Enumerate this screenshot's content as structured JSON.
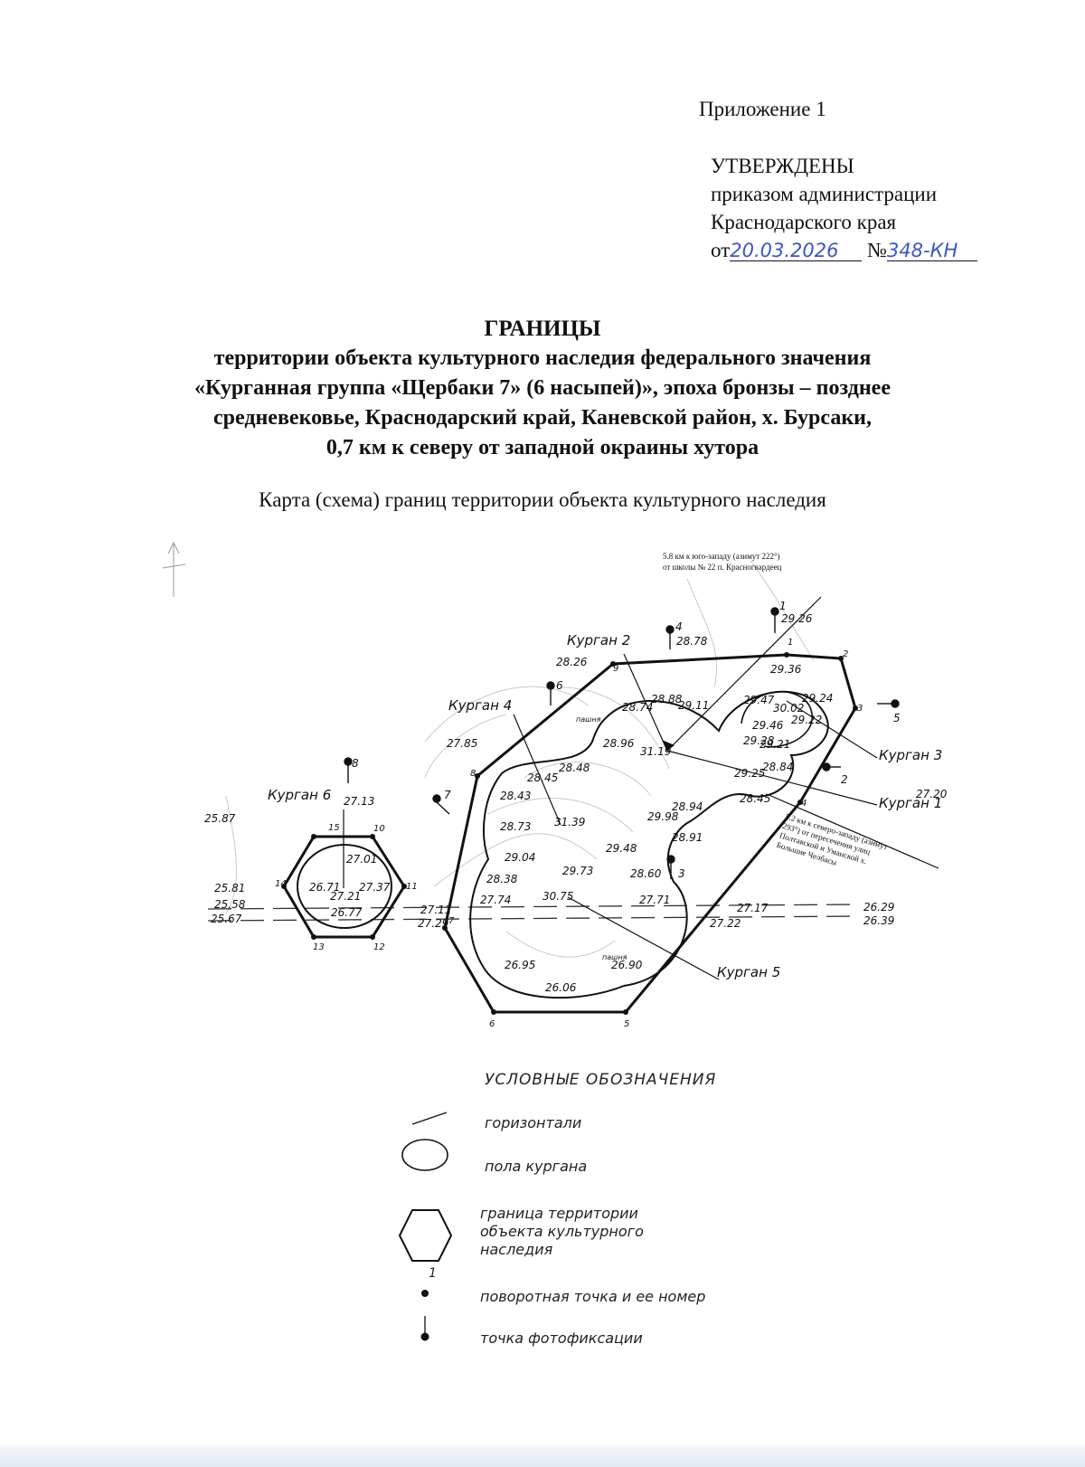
{
  "header": {
    "appendix": "Приложение 1",
    "approved_title": "УТВЕРЖДЕНЫ",
    "approved_line1": "приказом администрации",
    "approved_line2": "Краснодарского края",
    "from_label": "от",
    "date_value": "20.03.2026",
    "number_label": "№",
    "number_value": "348-КН"
  },
  "title": {
    "main": "ГРАНИЦЫ",
    "line1": "территории объекта культурного наследия федерального значения",
    "line2": "«Курганная группа «Щербаки 7» (6 насыпей)», эпоха бронзы – позднее",
    "line3": "средневековье, Краснодарский край, Каневской район, х. Бурсаки,",
    "line4": "0,7 км к северу от западной окраины хутора"
  },
  "subtitle": "Карта (схема) границ территории объекта культурного наследия",
  "map": {
    "note_top_line1": "5.8 км к юго-западу (азимут 222°)",
    "note_top_line2": "от школы № 22 п. Красногвардеец",
    "note_right_line1": "5.2 км к северо-западу (азимут",
    "note_right_line2": "293°) от пересечения улиц",
    "note_right_line3": "Полтавской и Уманской х.",
    "note_right_line4": "Большие Челбасы",
    "mound_labels": {
      "k1": "Курган 1",
      "k2": "Курган 2",
      "k3": "Курган 3",
      "k4": "Курган 4",
      "k5": "Курган 5",
      "k6": "Курган 6"
    },
    "turning_points": [
      "1",
      "2",
      "3",
      "4",
      "5",
      "6",
      "7",
      "8",
      "9",
      "10",
      "11",
      "12",
      "13",
      "14",
      "15"
    ],
    "photo_points": [
      "1",
      "2",
      "3",
      "4",
      "5",
      "6",
      "7",
      "8"
    ],
    "elevations": {
      "e1": "29.26",
      "e2": "28.78",
      "e3": "28.26",
      "e4": "29.36",
      "e5": "29.47",
      "e6": "29.24",
      "e7": "30.02",
      "e8": "29.46",
      "e9": "29.22",
      "e10": "29.28",
      "e11": "29.21",
      "e12": "28.84",
      "e13": "29.25",
      "e14": "28.45",
      "e15": "28.74",
      "e16": "28.88",
      "e17": "29.11",
      "e18": "28.96",
      "e19": "31.19",
      "e20": "28.48",
      "e21": "28.45",
      "e22": "28.43",
      "e23": "28.73",
      "e24": "31.39",
      "e25": "29.04",
      "e26": "28.38",
      "e27": "27.74",
      "e28": "29.73",
      "e29": "30.75",
      "e30": "27.71",
      "e31": "28.60",
      "e32": "29.48",
      "e33": "29.98",
      "e34": "28.94",
      "e35": "28.91",
      "e36": "26.95",
      "e37": "26.90",
      "e38": "26.06",
      "e39": "27.11",
      "e40": "27.29",
      "e41": "27.17",
      "e42": "27.22",
      "e43": "26.29",
      "e44": "26.39",
      "e45": "27.20",
      "e46": "27.85",
      "e47": "27.13",
      "e48": "25.87",
      "e49": "25.81",
      "e50": "25.58",
      "e51": "25.67",
      "e52": "27.01",
      "e53": "26.71",
      "e54": "27.37",
      "e55": "27.21",
      "e56": "26.77"
    },
    "pashnya": "пашня"
  },
  "legend": {
    "title": "УСЛОВНЫЕ ОБОЗНАЧЕНИЯ",
    "contours": "горизонтали",
    "mound_base": "пола кургана",
    "boundary_l1": "граница территории",
    "boundary_l2": "объекта культурного",
    "boundary_l3": "наследия",
    "turning_num": "1",
    "turning_point": "поворотная точка и ее номер",
    "photo_point": "точка фотофиксации"
  }
}
